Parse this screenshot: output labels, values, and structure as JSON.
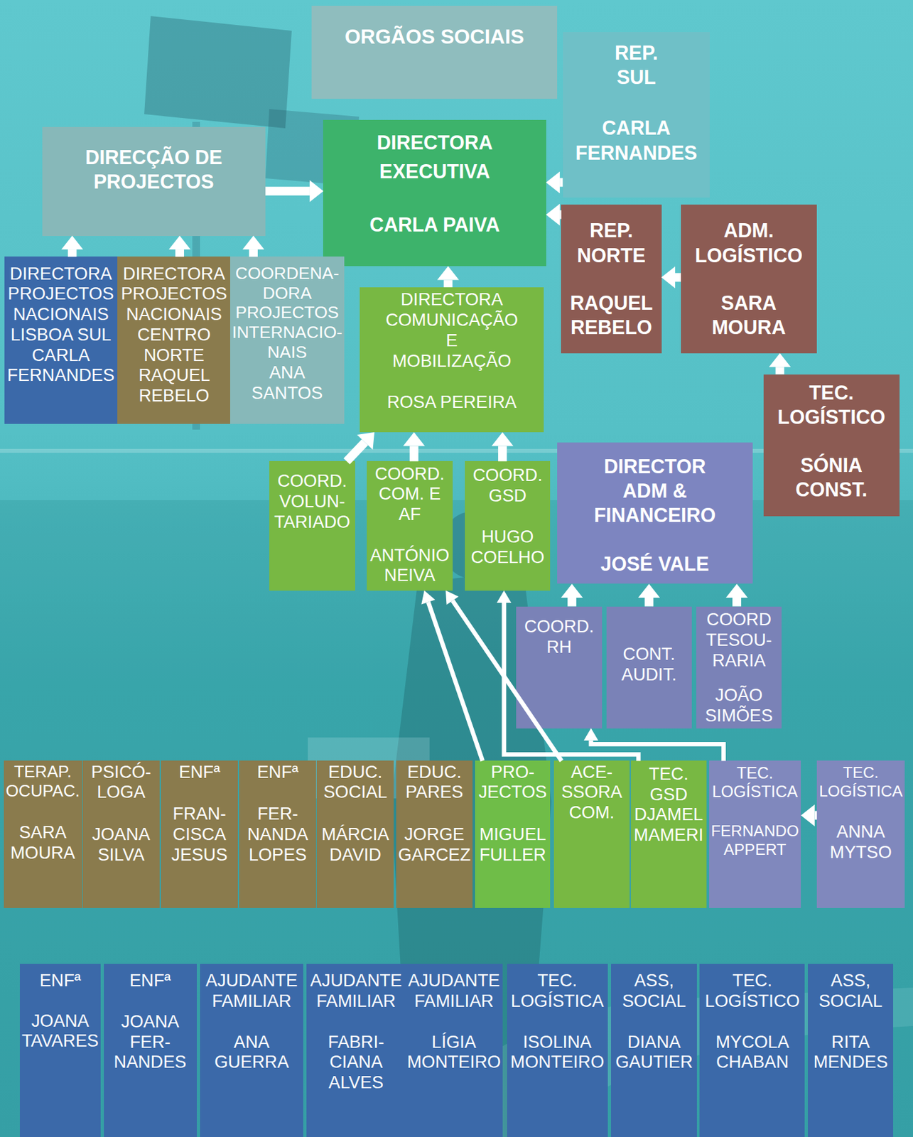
{
  "diagram": {
    "nodes": [
      {
        "text": [
          "ORGÃOS SOCIAIS"
        ]
      },
      {
        "text": [
          "REP. SUL",
          "CARLA FERNANDES"
        ]
      },
      {
        "text": [
          "DIRECÇÃO DE PROJECTOS"
        ]
      },
      {
        "text": [
          "DIRECTORA EXECUTIVA",
          "CARLA PAIVA"
        ]
      },
      {
        "text": [
          "REP. NORTE",
          "RAQUEL REBELO"
        ]
      },
      {
        "text": [
          "ADM. LOGÍSTICO",
          "SARA MOURA"
        ]
      },
      {
        "text": [
          "DIRECTORA PROJECTOS NACIONAIS LISBOA SUL",
          "CARLA FERNANDES"
        ]
      },
      {
        "text": [
          "DIRECTORA PROJECTOS NACIONAIS CENTRO NORTE",
          "RAQUEL REBELO"
        ]
      },
      {
        "text": [
          "COORDENA- DORA PROJECTOS INTERNACIO- NAIS",
          "ANA SANTOS"
        ]
      },
      {
        "text": [
          "DIRECTORA COMUNICAÇÃO E MOBILIZAÇÃO",
          "ROSA PEREIRA"
        ]
      },
      {
        "text": [
          "TEC. LOGÍSTICO",
          "SÓNIA CONST."
        ]
      },
      {
        "text": [
          "COORD. VOLUN- TARIADO"
        ]
      },
      {
        "text": [
          "COORD. COM. E AF",
          "ANTÓNIO NEIVA"
        ]
      },
      {
        "text": [
          "COORD. GSD",
          "HUGO COELHO"
        ]
      },
      {
        "text": [
          "DIRECTOR ADM & FINANCEIRO",
          "JOSÉ VALE"
        ]
      },
      {
        "text": [
          "COORD. RH"
        ]
      },
      {
        "text": [
          "CONT. AUDIT."
        ]
      },
      {
        "text": [
          "COORD TESOU- RARIA",
          "JOÃO SIMÕES"
        ]
      },
      {
        "text": [
          "TERAP. OCUPAC.",
          "SARA MOURA"
        ]
      },
      {
        "text": [
          "PSICÓ- LOGA",
          "JOANA SILVA"
        ]
      },
      {
        "text": [
          "ENFª",
          "FRAN- CISCA JESUS"
        ]
      },
      {
        "text": [
          "ENFª",
          "FER- NANDA LOPES"
        ]
      },
      {
        "text": [
          "EDUC. SOCIAL",
          "MÁRCIA DAVID"
        ]
      },
      {
        "text": [
          "EDUC. PARES",
          "JORGE GARCEZ"
        ]
      },
      {
        "text": [
          "PRO- JECTOS",
          "MIGUEL FULLER"
        ]
      },
      {
        "text": [
          "ACE- SSORA COM."
        ]
      },
      {
        "text": [
          "TEC. GSD",
          "DJAMEL MAMERI"
        ]
      },
      {
        "text": [
          "TEC. LOGÍSTICA",
          "FERNANDO APPERT"
        ]
      },
      {
        "text": [
          "TEC. LOGÍSTICA",
          "ANNA MYTSO"
        ]
      },
      {
        "text": [
          "ENFª",
          "JOANA TAVARES"
        ]
      },
      {
        "text": [
          "ENFª",
          "JOANA FER- NANDES"
        ]
      },
      {
        "text": [
          "AJUDANTE FAMILIAR",
          "ANA GUERRA"
        ]
      },
      {
        "text": [
          "AJUDANTE FAMILIAR",
          "FABRI- CIANA ALVES"
        ]
      },
      {
        "text": [
          "AJUDANTE FAMILIAR",
          "LÍGIA MONTEIRO"
        ]
      },
      {
        "text": [
          "TEC. LOGÍSTICA",
          "ISOLINA MONTEIRO"
        ]
      },
      {
        "text": [
          "ASS, SOCIAL",
          "DIANA GAUTIER"
        ]
      },
      {
        "text": [
          "TEC. LOGÍSTICO",
          "MYCOLA CHABAN"
        ]
      },
      {
        "text": [
          "ASS, SOCIAL",
          "RITA MENDES"
        ]
      }
    ],
    "edges": [
      {
        "from": 2,
        "to": 3,
        "arrow": "to"
      },
      {
        "from": 1,
        "to": 3,
        "arrow": "to"
      },
      {
        "from": 4,
        "to": 3,
        "arrow": "to"
      },
      {
        "from": 5,
        "to": 4,
        "arrow": "to"
      },
      {
        "from": 10,
        "to": 5,
        "arrow": "to"
      },
      {
        "from": 6,
        "to": 2,
        "arrow": "to"
      },
      {
        "from": 7,
        "to": 2,
        "arrow": "to"
      },
      {
        "from": 8,
        "to": 2,
        "arrow": "to"
      },
      {
        "from": 9,
        "to": 3,
        "arrow": "to"
      },
      {
        "from": 11,
        "to": 9,
        "arrow": "to"
      },
      {
        "from": 12,
        "to": 9,
        "arrow": "to"
      },
      {
        "from": 13,
        "to": 9,
        "arrow": "to"
      },
      {
        "from": 15,
        "to": 14,
        "arrow": "to"
      },
      {
        "from": 16,
        "to": 14,
        "arrow": "to"
      },
      {
        "from": 17,
        "to": 14,
        "arrow": "to"
      },
      {
        "from": 28,
        "to": 27,
        "arrow": "to"
      },
      {
        "from": 24,
        "to": 12,
        "arrow": "to"
      },
      {
        "from": 25,
        "to": 12,
        "arrow": "to"
      },
      {
        "from": 26,
        "to": 13,
        "arrow": "to"
      },
      {
        "from": 27,
        "to": 15,
        "arrow": "to"
      }
    ]
  }
}
